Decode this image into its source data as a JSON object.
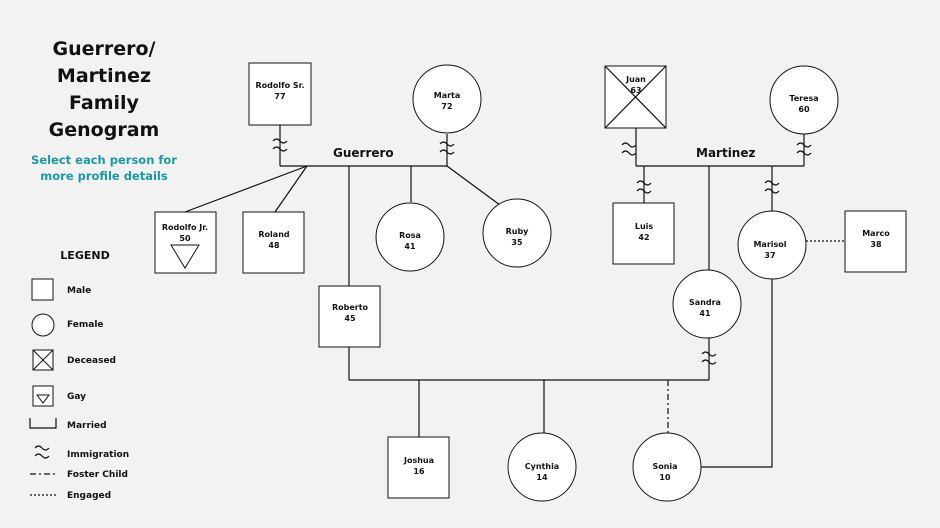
{
  "title_lines": [
    "Guerrero/",
    "Martinez",
    "Family",
    "Genogram"
  ],
  "subtitle_lines": [
    "Select each person for",
    "more profile details"
  ],
  "families": {
    "guerrero": "Guerrero",
    "martinez": "Martinez"
  },
  "people": {
    "rodolfo_sr": {
      "name": "Rodolfo Sr.",
      "age": "77",
      "sex": "male"
    },
    "marta": {
      "name": "Marta",
      "age": "72",
      "sex": "female"
    },
    "juan": {
      "name": "Juan",
      "age": "63",
      "sex": "male",
      "deceased": true
    },
    "teresa": {
      "name": "Teresa",
      "age": "60",
      "sex": "female"
    },
    "rodolfo_jr": {
      "name": "Rodolfo Jr.",
      "age": "50",
      "sex": "male",
      "gay": true
    },
    "roland": {
      "name": "Roland",
      "age": "48",
      "sex": "male"
    },
    "rosa": {
      "name": "Rosa",
      "age": "41",
      "sex": "female"
    },
    "ruby": {
      "name": "Ruby",
      "age": "35",
      "sex": "female"
    },
    "luis": {
      "name": "Luis",
      "age": "42",
      "sex": "male"
    },
    "marisol": {
      "name": "Marisol",
      "age": "37",
      "sex": "female"
    },
    "marco": {
      "name": "Marco",
      "age": "38",
      "sex": "male"
    },
    "roberto": {
      "name": "Roberto",
      "age": "45",
      "sex": "male"
    },
    "sandra": {
      "name": "Sandra",
      "age": "41",
      "sex": "female"
    },
    "joshua": {
      "name": "Joshua",
      "age": "16",
      "sex": "male"
    },
    "cynthia": {
      "name": "Cynthia",
      "age": "14",
      "sex": "female"
    },
    "sonia": {
      "name": "Sonia",
      "age": "10",
      "sex": "female"
    }
  },
  "legend": {
    "title": "LEGEND",
    "items": [
      "Male",
      "Female",
      "Deceased",
      "Gay",
      "Married",
      "Immigration",
      "Foster Child",
      "Engaged"
    ]
  }
}
